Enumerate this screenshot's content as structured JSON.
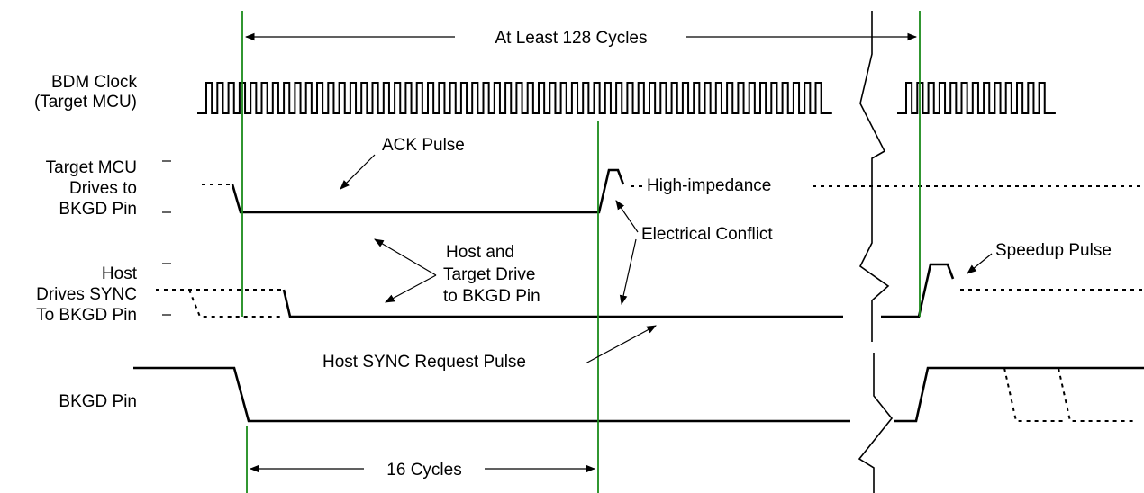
{
  "signals": {
    "bdm_clock_line1": "BDM Clock",
    "bdm_clock_line2": "(Target MCU)",
    "target_line1": "Target MCU",
    "target_line2": "Drives to",
    "target_line3": "BKGD Pin",
    "host_line1": "Host",
    "host_line2": "Drives SYNC",
    "host_line3": "To BKGD Pin",
    "bkgd_pin": "BKGD Pin"
  },
  "annotations": {
    "at_least_128": "At Least 128 Cycles",
    "ack_pulse": "ACK Pulse",
    "high_impedance": "High-impedance",
    "electrical_conflict": "Electrical Conflict",
    "host_target_line1": "Host and",
    "host_target_line2": "Target Drive",
    "host_target_line3": "to BKGD Pin",
    "sync_request": "Host SYNC Request Pulse",
    "speedup_pulse": "Speedup Pulse",
    "sixteen_cycles": "16 Cycles"
  },
  "colors": {
    "marker_lines": "#1a8a1a",
    "signal": "#000000"
  }
}
